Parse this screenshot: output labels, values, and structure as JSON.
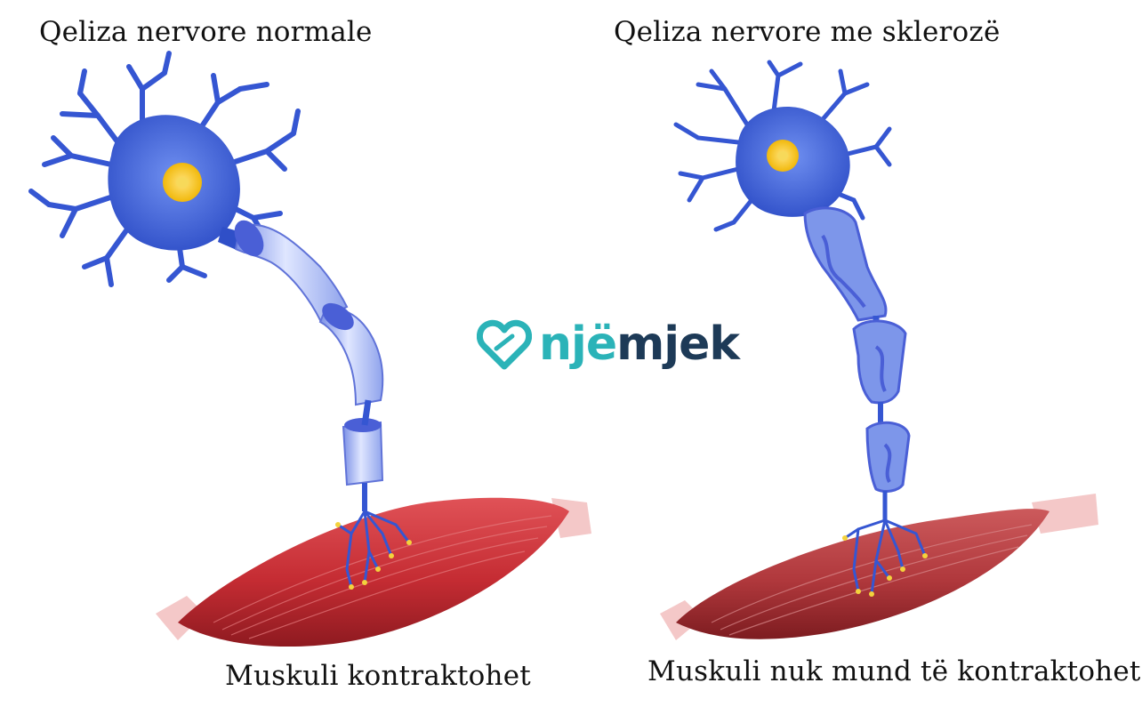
{
  "labels": {
    "title_left": "Qeliza nervore normale",
    "title_right": "Qeliza nervore me sklerozë",
    "caption_left": "Muskuli kontraktohet",
    "caption_right": "Muskuli nuk mund të kontraktohet"
  },
  "logo": {
    "part1": "një",
    "part2": "mjek",
    "color1": "#2bb3b8",
    "color2": "#1d3a57"
  },
  "colors": {
    "neuron": "#3d63d8",
    "nucleus": "#f4c21c",
    "myelin": "#9fb4ee",
    "muscle": "#c8343a",
    "tendon": "#f4c8c8"
  }
}
